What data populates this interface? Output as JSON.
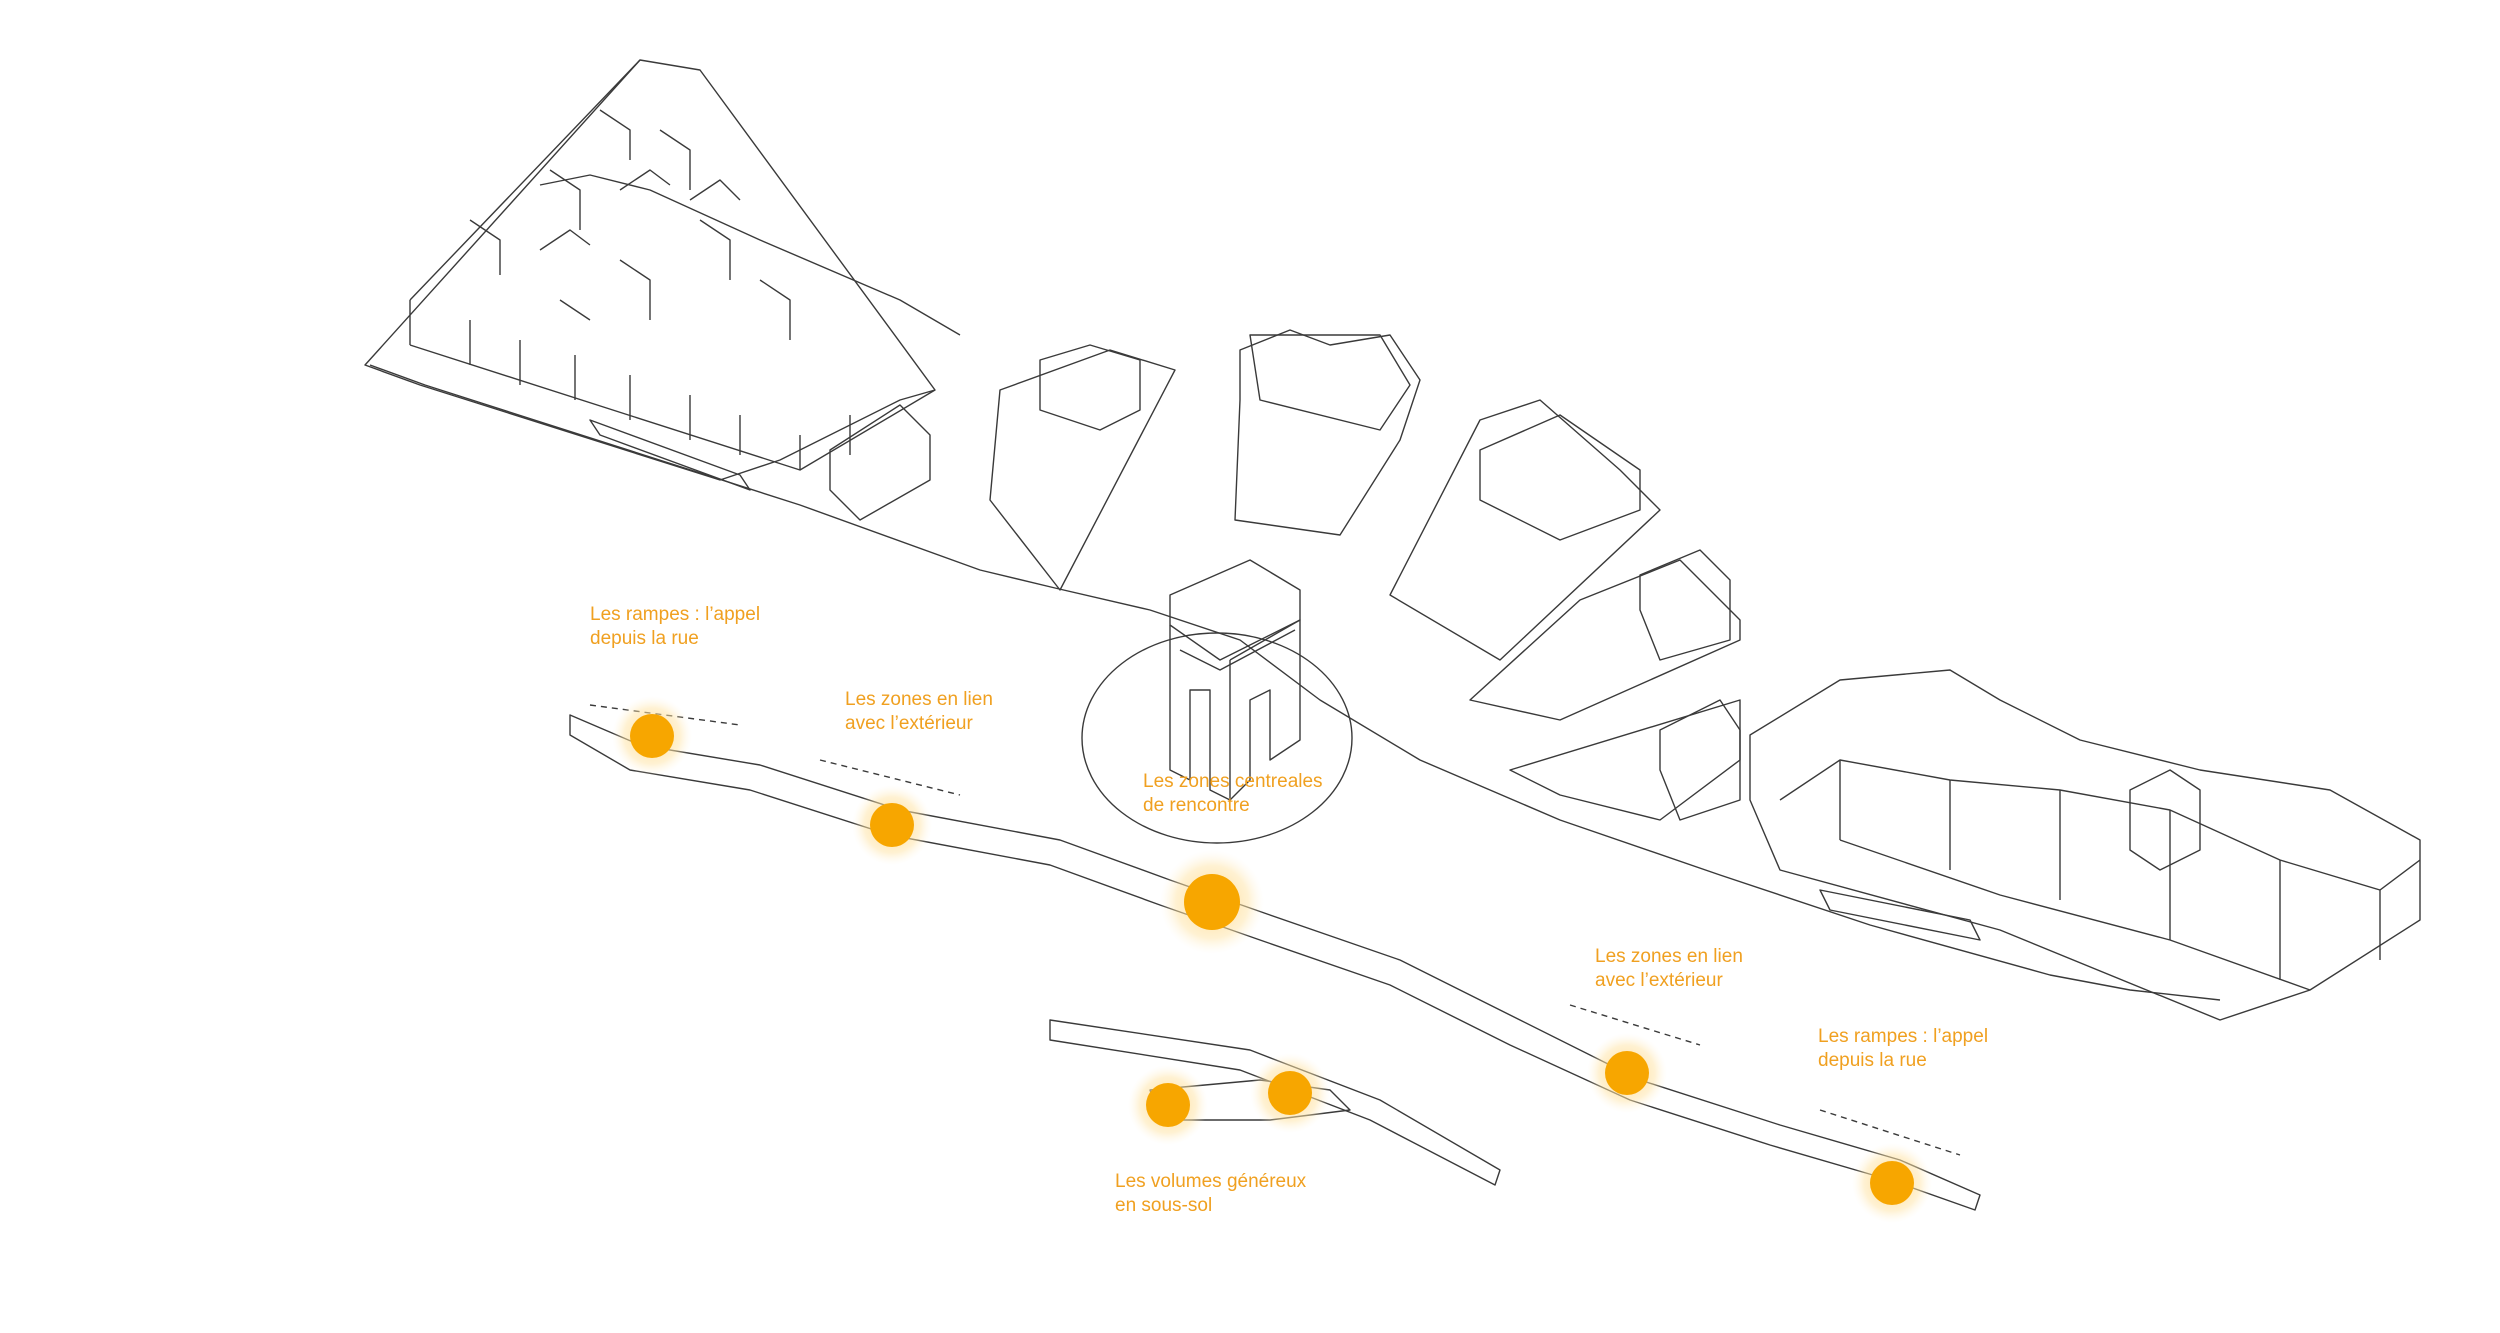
{
  "colors": {
    "accent": "#f7a600",
    "label": "#f0a020",
    "line": "#3a3a3a",
    "background": "#ffffff"
  },
  "labels": [
    {
      "id": "ramps-left",
      "lines": [
        "Les rampes : l’appel",
        "depuis la rue"
      ]
    },
    {
      "id": "zones-ext-left",
      "lines": [
        "Les zones en lien",
        "avec l’extérieur"
      ]
    },
    {
      "id": "zones-centrales",
      "lines": [
        "Les zones centreales",
        "de rencontre"
      ]
    },
    {
      "id": "zones-ext-right",
      "lines": [
        "Les zones en lien",
        "avec l’extérieur"
      ]
    },
    {
      "id": "ramps-right",
      "lines": [
        "Les rampes : l’appel",
        "depuis la rue"
      ]
    },
    {
      "id": "volumes",
      "lines": [
        "Les volumes généreux",
        "en sous-sol"
      ]
    }
  ]
}
